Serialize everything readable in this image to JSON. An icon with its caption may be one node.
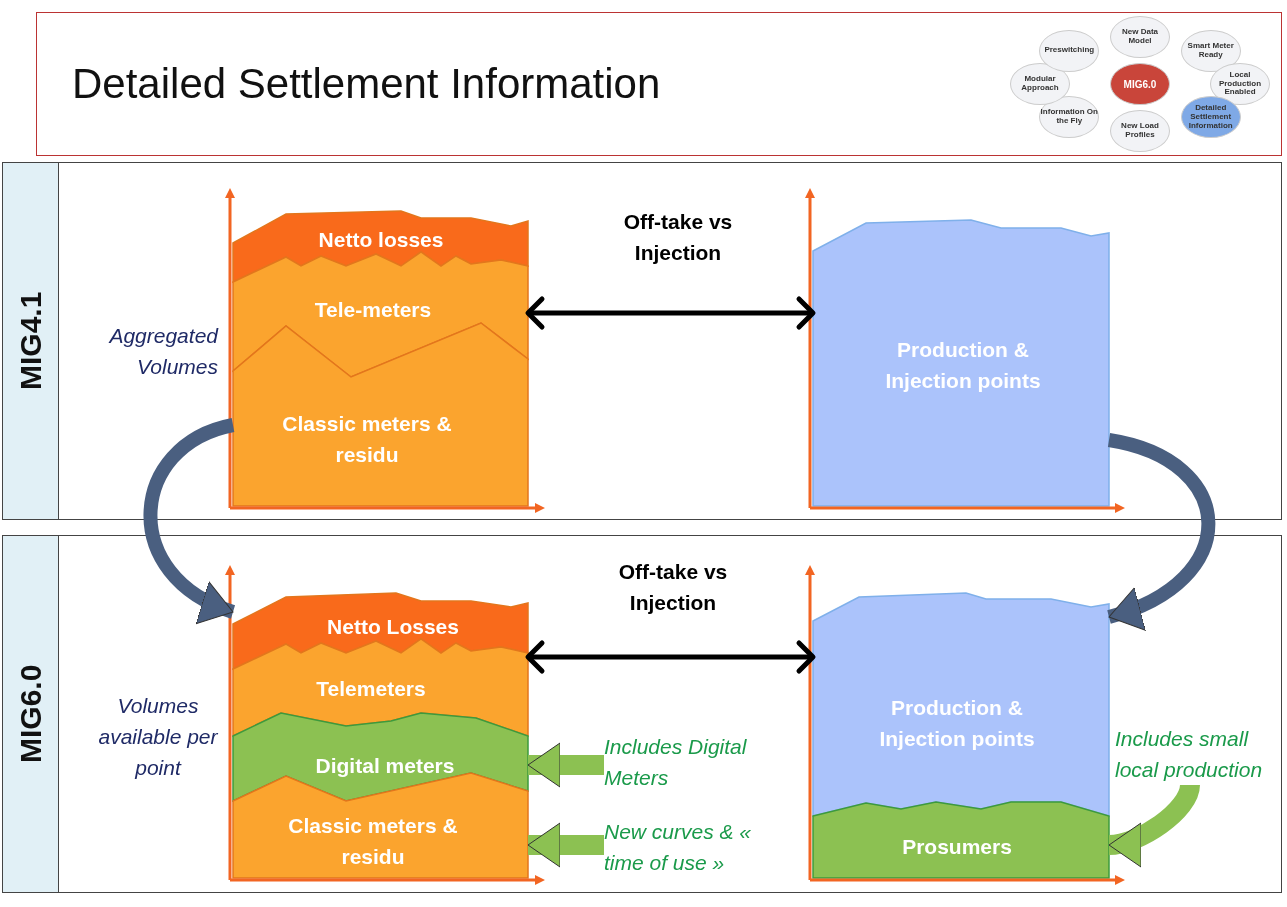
{
  "diagram": {
    "title": "Detailed Settlement Information",
    "nodes": [
      {
        "text": [
          "MIG4.1"
        ]
      },
      {
        "text": [
          "MIG6.0"
        ]
      },
      {
        "text": [
          "Netto losses"
        ],
        "in": 0
      },
      {
        "text": [
          "Tele-meters"
        ],
        "in": 0
      },
      {
        "text": [
          "Classic meters & residu"
        ],
        "in": 0
      },
      {
        "text": [
          "Production & Injection points"
        ],
        "in": 0
      },
      {
        "text": [
          "Netto Losses"
        ],
        "in": 1
      },
      {
        "text": [
          "Telemeters"
        ],
        "in": 1
      },
      {
        "text": [
          "Digital meters"
        ],
        "in": 1
      },
      {
        "text": [
          "Classic meters & residu"
        ],
        "in": 1
      },
      {
        "text": [
          "Production & Injection points"
        ],
        "in": 1
      },
      {
        "text": [
          "Prosumers"
        ],
        "in": 1
      },
      {
        "text": [
          "Includes Digital Meters"
        ],
        "in": 1
      },
      {
        "text": [
          "New curves & « time of use »"
        ],
        "in": 1
      },
      {
        "text": [
          "Includes small local production"
        ],
        "in": 1
      },
      {
        "text": [
          "MIG6.0"
        ]
      },
      {
        "text": [
          "New Data Model"
        ]
      },
      {
        "text": [
          "Smart Meter Ready"
        ]
      },
      {
        "text": [
          "Local Production Enabled"
        ]
      },
      {
        "text": [
          "Detailed Settlement Information"
        ]
      },
      {
        "text": [
          "New Load Profiles"
        ]
      },
      {
        "text": [
          "Information On the Fly"
        ]
      },
      {
        "text": [
          "Modular Approach"
        ]
      },
      {
        "text": [
          "Preswitching"
        ]
      }
    ],
    "edges": [
      {
        "from": 3,
        "to": 5,
        "arrow": "both",
        "label": "Off-take vs Injection",
        "color": "#000000"
      },
      {
        "from": 4,
        "to": 6,
        "arrow": "to",
        "color": "#4a5f80"
      },
      {
        "from": 5,
        "to": 10,
        "arrow": "to",
        "color": "#4a5f80"
      },
      {
        "from": 7,
        "to": 10,
        "arrow": "both",
        "label": "Off-take vs Injection",
        "color": "#000000"
      },
      {
        "from": 12,
        "to": 8,
        "arrow": "to",
        "color": "#8cc152"
      },
      {
        "from": 13,
        "to": 9,
        "arrow": "to",
        "color": "#8cc152"
      },
      {
        "from": 14,
        "to": 11,
        "arrow": "to",
        "color": "#8cc152"
      }
    ],
    "labels": [
      "Aggregated Volumes",
      "Volumes available per point"
    ]
  }
}
